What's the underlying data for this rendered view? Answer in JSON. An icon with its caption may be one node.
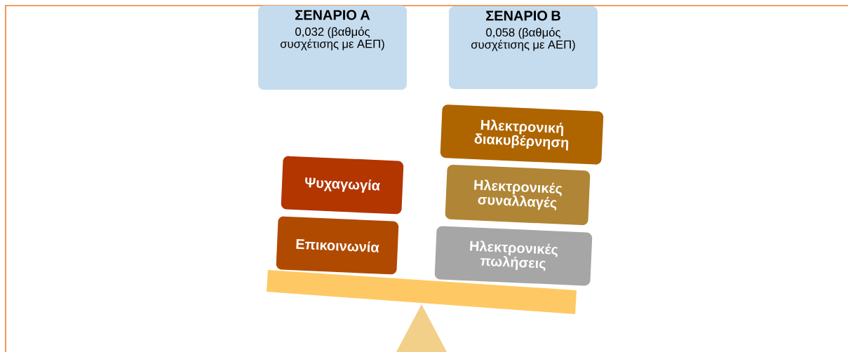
{
  "diagram": {
    "nodes": [
      {
        "text": [
          "ΣΕΝΑΡΙΟ Α",
          "0,032 (βαθμός συσχέτισης με ΑΕΠ)"
        ]
      },
      {
        "text": [
          "ΣΕΝΑΡΙΟ Β",
          "0,058 (βαθμός συσχέτισης με ΑΕΠ)"
        ]
      },
      {
        "text": [
          "Ψυχαγωγία"
        ]
      },
      {
        "text": [
          "Επικοινωνία"
        ]
      },
      {
        "text": [
          "Ηλεκτρονική διακυβέρνηση"
        ]
      },
      {
        "text": [
          "Ηλεκτρονικές συναλλαγές"
        ]
      },
      {
        "text": [
          "Ηλεκτρονικές πωλήσεις"
        ]
      }
    ]
  }
}
